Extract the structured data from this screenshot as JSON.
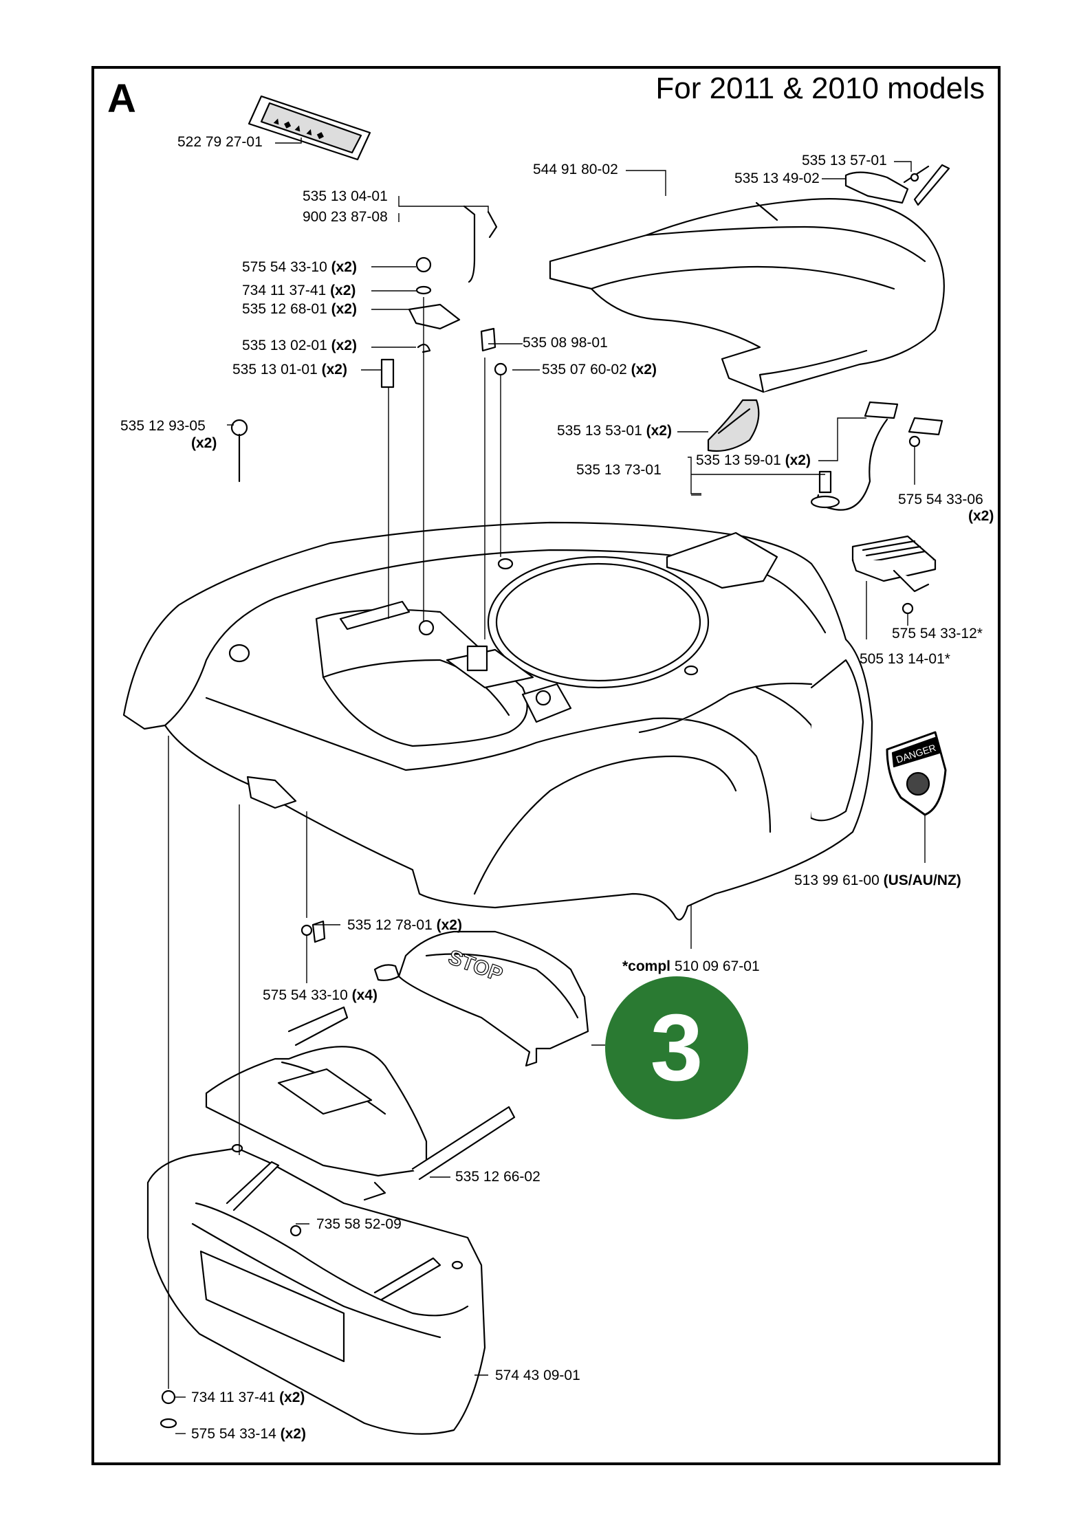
{
  "header": {
    "section": "A",
    "models": "For 2011 & 2010 models"
  },
  "badge": {
    "number": "3",
    "color": "#2a7a32"
  },
  "parts": [
    {
      "id": "p1",
      "number": "522 79 27-01",
      "qty": ""
    },
    {
      "id": "p2",
      "number": "544 91 80-02",
      "qty": ""
    },
    {
      "id": "p3",
      "number": "535 13 57-01",
      "qty": ""
    },
    {
      "id": "p4",
      "number": "535 13 49-02",
      "qty": ""
    },
    {
      "id": "p5",
      "number": "535 13 04-01",
      "qty": ""
    },
    {
      "id": "p6",
      "number": "900 23 87-08",
      "qty": ""
    },
    {
      "id": "p7",
      "number": "575 54 33-10",
      "qty": "(x2)"
    },
    {
      "id": "p8",
      "number": "734 11 37-41",
      "qty": "(x2)"
    },
    {
      "id": "p9",
      "number": "535 12 68-01",
      "qty": "(x2)"
    },
    {
      "id": "p10",
      "number": "535 13 02-01",
      "qty": "(x2)"
    },
    {
      "id": "p11",
      "number": "535 08 98-01",
      "qty": ""
    },
    {
      "id": "p12",
      "number": "535 13 01-01",
      "qty": "(x2)"
    },
    {
      "id": "p13",
      "number": "535 07 60-02",
      "qty": "(x2)"
    },
    {
      "id": "p14",
      "number": "535 12 93-05",
      "qty": "(x2)"
    },
    {
      "id": "p15",
      "number": "535 13 53-01",
      "qty": "(x2)"
    },
    {
      "id": "p16",
      "number": "535 13 59-01",
      "qty": "(x2)"
    },
    {
      "id": "p17",
      "number": "535 13 73-01",
      "qty": ""
    },
    {
      "id": "p18",
      "number": "575 54 33-06",
      "qty": "(x2)"
    },
    {
      "id": "p19",
      "number": "575 54 33-12*",
      "qty": ""
    },
    {
      "id": "p20",
      "number": "505 13 14-01*",
      "qty": ""
    },
    {
      "id": "p21",
      "number": "513 99 61-00",
      "qty": "(US/AU/NZ)"
    },
    {
      "id": "p22",
      "number": "535 12 78-01",
      "qty": "(x2)"
    },
    {
      "id": "p23",
      "prefix": "*compl",
      "number": "510 09 67-01",
      "qty": ""
    },
    {
      "id": "p24",
      "number": "575 54 33-10",
      "qty": "(x4)"
    },
    {
      "id": "p25",
      "number": "535 12 66-02",
      "qty": ""
    },
    {
      "id": "p26",
      "number": "735 58 52-09",
      "qty": ""
    },
    {
      "id": "p27",
      "number": "574 43 09-01",
      "qty": ""
    },
    {
      "id": "p28",
      "number": "734 11 37-41",
      "qty": "(x2)"
    },
    {
      "id": "p29",
      "number": "575 54 33-14",
      "qty": "(x2)"
    }
  ],
  "decals": {
    "stop": "STOP",
    "danger": "DANGER"
  }
}
